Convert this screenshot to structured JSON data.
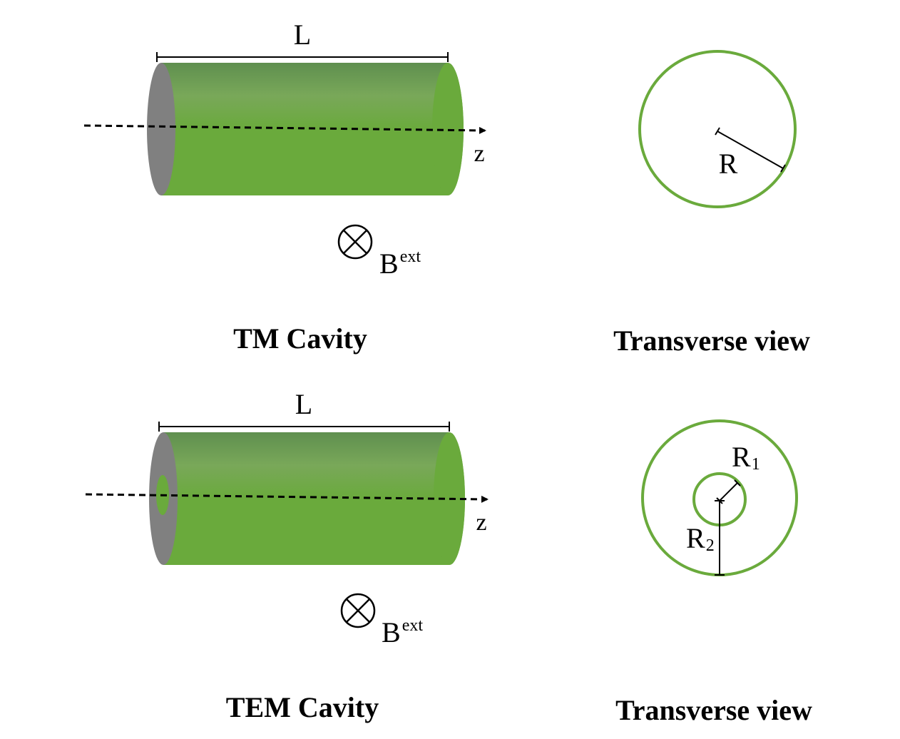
{
  "colors": {
    "cylinder_green": "#6aaa3c",
    "cylinder_end": "#808080",
    "ring_green": "#6aaa3c",
    "ink": "#000000"
  },
  "tm": {
    "length_label": "L",
    "axis_label": "z",
    "field_symbol": "B",
    "field_superscript": "ext",
    "caption": "TM Cavity"
  },
  "tm_transverse": {
    "radius_label": "R",
    "caption": "Transverse view"
  },
  "tem": {
    "length_label": "L",
    "axis_label": "z",
    "field_symbol": "B",
    "field_superscript": "ext",
    "caption": "TEM Cavity"
  },
  "tem_transverse": {
    "inner_radius_symbol": "R",
    "inner_radius_subscript": "1",
    "outer_radius_symbol": "R",
    "outer_radius_subscript": "2",
    "caption": "Transverse view"
  }
}
